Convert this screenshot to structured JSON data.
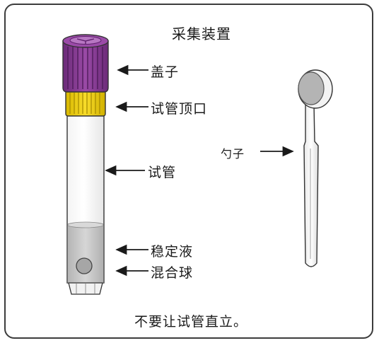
{
  "title": "采集装置",
  "labels": {
    "cap": "盖子",
    "tube_top": "试管顶口",
    "tube": "试管",
    "stabilizer": "稳定液",
    "mixing_ball": "混合球",
    "spoon": "勺子"
  },
  "note": "不要让试管直立。",
  "colors": {
    "cap": "#8a3a96",
    "cap_dark": "#5e1f6c",
    "tube_top": "#f2d21a",
    "tube_top_dark": "#c9a800",
    "stabilizer": "#c9c9c9",
    "spoon_head": "#b4b4b4"
  }
}
